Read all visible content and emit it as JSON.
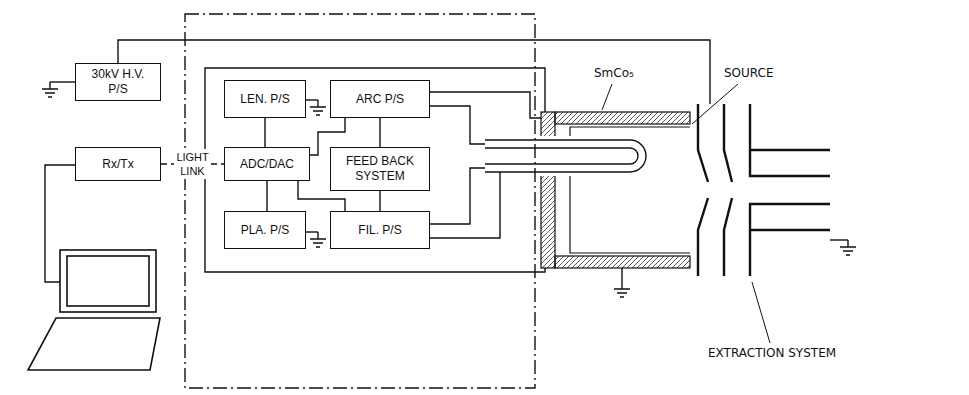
{
  "diagram": {
    "nodes": [
      {
        "text": [
          "30kV H.V. P/S"
        ]
      },
      {
        "text": [
          "Rx/Tx"
        ]
      },
      {
        "text": [
          "LEN. P/S"
        ]
      },
      {
        "text": [
          "ARC P/S"
        ]
      },
      {
        "text": [
          "ADC/DAC"
        ]
      },
      {
        "text": [
          "FEED BACK SYSTEM"
        ]
      },
      {
        "text": [
          "PLA. P/S"
        ]
      },
      {
        "text": [
          "FIL. P/S"
        ]
      }
    ],
    "edges": [
      {
        "from": 1,
        "to": 4,
        "arrow": "none",
        "label": "LIGHT LINK"
      },
      {
        "from": 2,
        "to": 4,
        "arrow": "none"
      },
      {
        "from": 3,
        "to": 5,
        "arrow": "none"
      },
      {
        "from": 4,
        "to": 3,
        "arrow": "none"
      },
      {
        "from": 4,
        "to": 6,
        "arrow": "none"
      },
      {
        "from": 4,
        "to": 7,
        "arrow": "none"
      },
      {
        "from": 5,
        "to": 7,
        "arrow": "none"
      }
    ],
    "labels": [
      "SmCo₅",
      "SOURCE",
      "EXTRACTION SYSTEM"
    ]
  }
}
